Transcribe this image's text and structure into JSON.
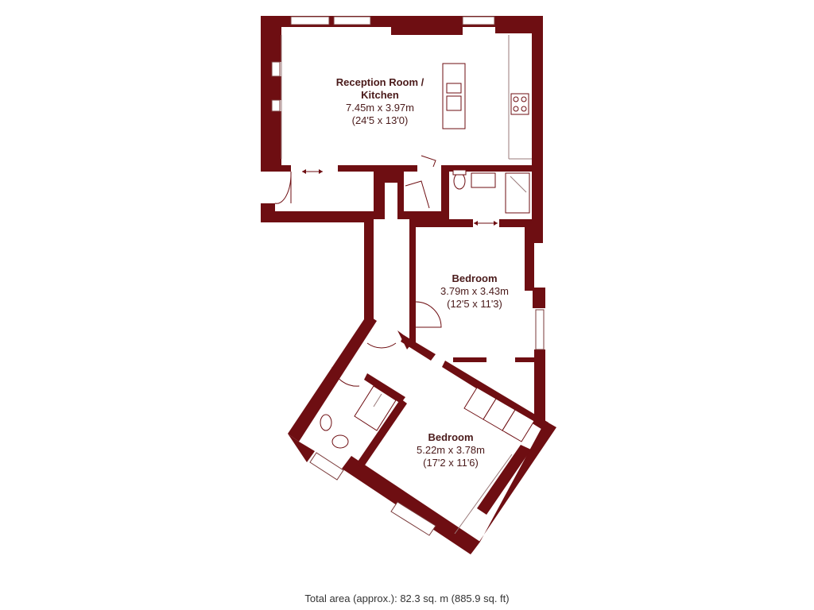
{
  "rooms": {
    "reception": {
      "name": "Reception Room /",
      "name2": "Kitchen",
      "metric": "7.45m x 3.97m",
      "imperial": "(24'5 x 13'0)"
    },
    "bedroom1": {
      "name": "Bedroom",
      "metric": "3.79m x 3.43m",
      "imperial": "(12'5 x 11'3)"
    },
    "bedroom2": {
      "name": "Bedroom",
      "metric": "5.22m x 3.78m",
      "imperial": "(17'2 x 11'6)"
    }
  },
  "total_area": "Total area (approx.): 82.3 sq. m (885.9 sq. ft)",
  "colors": {
    "wall": "#6e0e12",
    "text": "#4a1a1a"
  }
}
